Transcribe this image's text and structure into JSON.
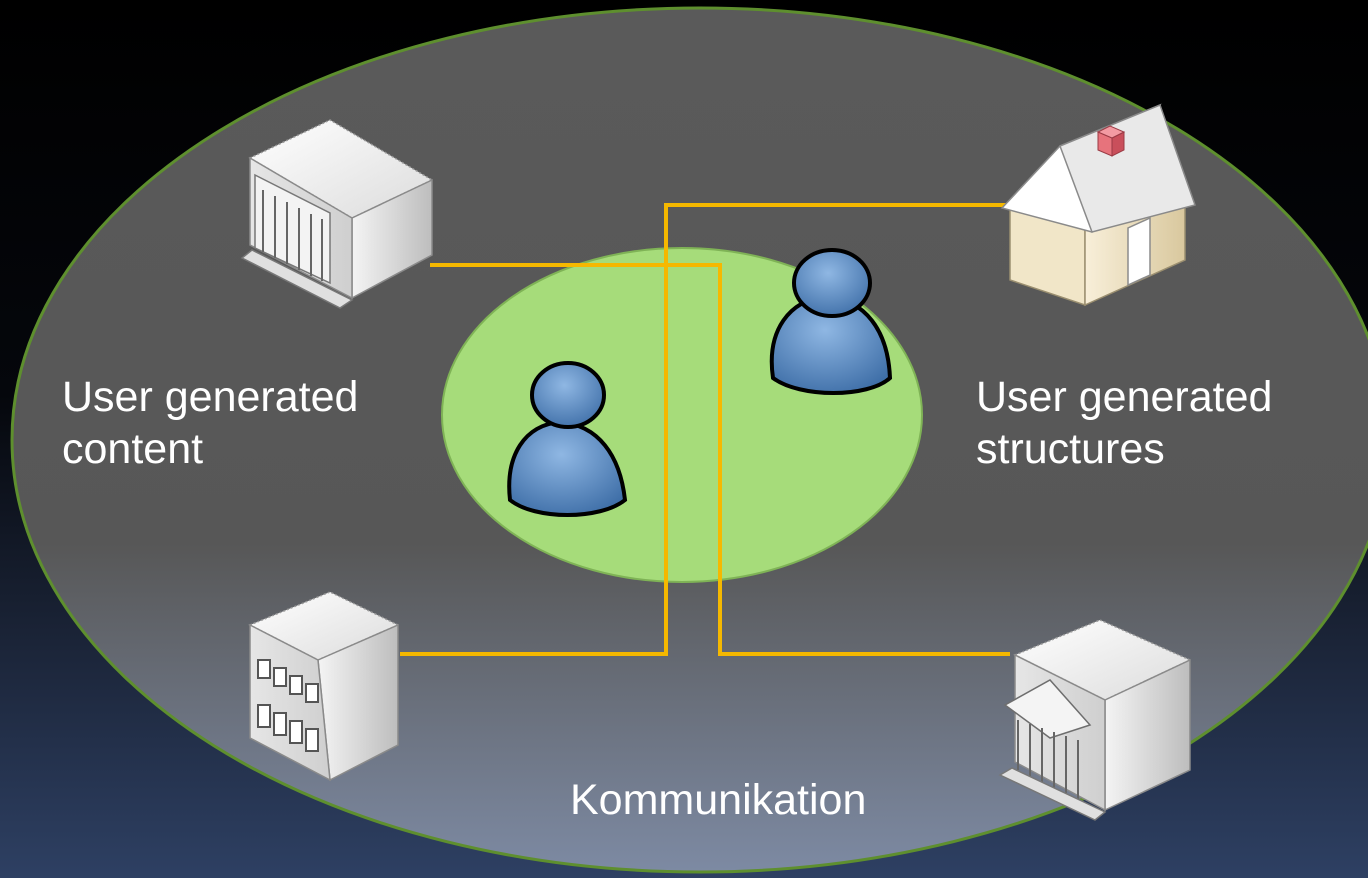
{
  "labels": {
    "left_line1": "User generated",
    "left_line2": "content",
    "right_line1": "User generated",
    "right_line2": "structures",
    "bottom": "Kommunikation"
  },
  "icons": {
    "building_top_left": "library-building-icon",
    "house_top_right": "house-icon",
    "building_bottom_left": "office-building-icon",
    "building_bottom_right": "institution-building-icon",
    "user_left": "user-icon",
    "user_right": "user-icon"
  },
  "colors": {
    "outer_ellipse": "#585858",
    "outer_border": "#5e8f2e",
    "inner_ellipse": "#a6dc7a",
    "connector": "#f5b800",
    "user_fill": "#5b8cc4",
    "text": "#ffffff"
  }
}
